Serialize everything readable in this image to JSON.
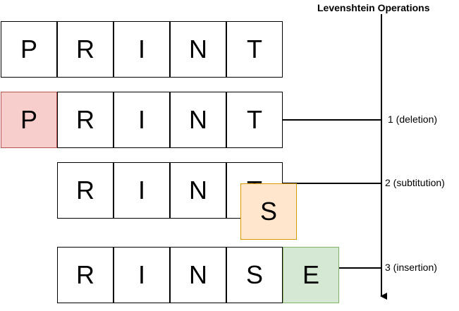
{
  "title": "Levenshtein Operations",
  "rows": [
    {
      "letters": [
        "P",
        "R",
        "I",
        "N",
        "T"
      ]
    },
    {
      "letters": [
        "P",
        "R",
        "I",
        "N",
        "T"
      ],
      "highlight": {
        "index": 0,
        "fill": "#f8cecc",
        "stroke": "#b85450"
      }
    },
    {
      "letters": [
        "R",
        "I",
        "N",
        "T"
      ],
      "overlay": {
        "letter": "S",
        "fill": "#ffe6cc",
        "stroke": "#d79b00"
      }
    },
    {
      "letters": [
        "R",
        "I",
        "N",
        "S",
        "E"
      ],
      "highlight": {
        "index": 4,
        "fill": "#d5e8d4",
        "stroke": "#82b366"
      }
    }
  ],
  "operations": [
    {
      "label": "1 (deletion)"
    },
    {
      "label": "2 (subtitution)"
    },
    {
      "label": "3 (insertion)"
    }
  ],
  "colors": {
    "line": "#000000",
    "deletion": "#f8cecc",
    "substitution": "#ffe6cc",
    "insertion": "#d5e8d4"
  }
}
